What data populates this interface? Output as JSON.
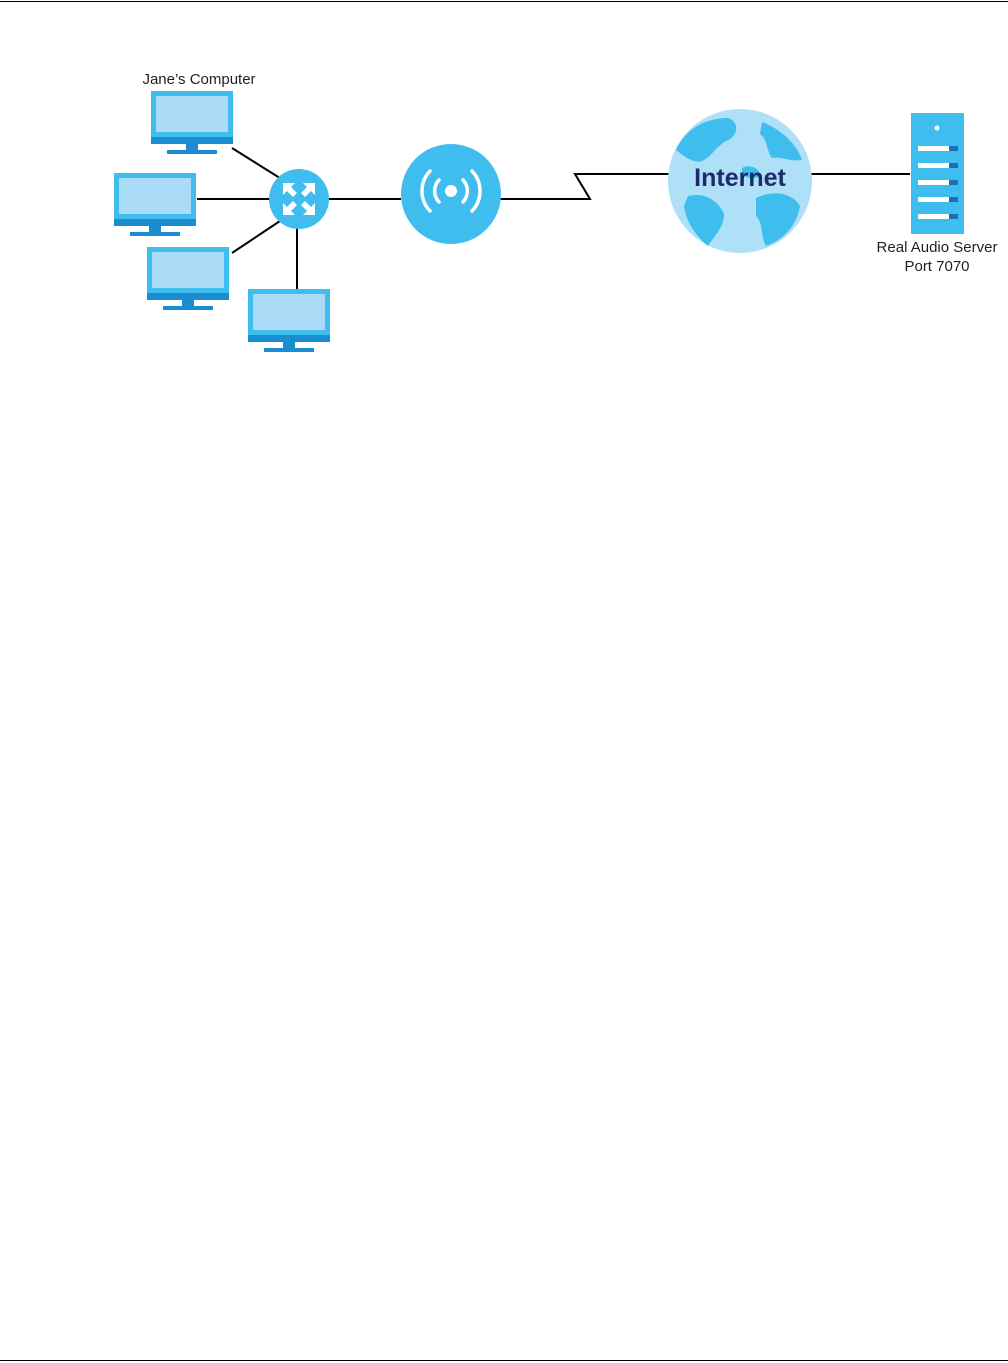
{
  "diagram": {
    "labels": {
      "janes_computer": "Jane’s Computer",
      "internet": "Internet",
      "server_line1": "Real Audio Server",
      "server_line2": "Port 7070"
    },
    "nodes": [
      {
        "id": "janes-computer",
        "type": "computer-icon"
      },
      {
        "id": "computer-2",
        "type": "computer-icon"
      },
      {
        "id": "computer-3",
        "type": "computer-icon"
      },
      {
        "id": "computer-4",
        "type": "computer-icon"
      },
      {
        "id": "switch",
        "type": "switch-icon"
      },
      {
        "id": "wireless-device",
        "type": "wireless-icon"
      },
      {
        "id": "internet",
        "type": "globe-icon"
      },
      {
        "id": "real-audio-server",
        "type": "server-icon"
      }
    ],
    "edges": [
      [
        "janes-computer",
        "switch"
      ],
      [
        "computer-2",
        "switch"
      ],
      [
        "computer-3",
        "switch"
      ],
      [
        "computer-4",
        "switch"
      ],
      [
        "switch",
        "wireless-device"
      ],
      [
        "wireless-device",
        "internet"
      ],
      [
        "internet",
        "real-audio-server"
      ]
    ],
    "colors": {
      "device_blue": "#3fbdee",
      "screen_light": "#aadcf7",
      "dark_blue": "#1a8cd0",
      "globe_land": "#3fbdee",
      "globe_water": "#aee0f8",
      "text_dark": "#1f2a6b",
      "line": "#000000"
    }
  }
}
